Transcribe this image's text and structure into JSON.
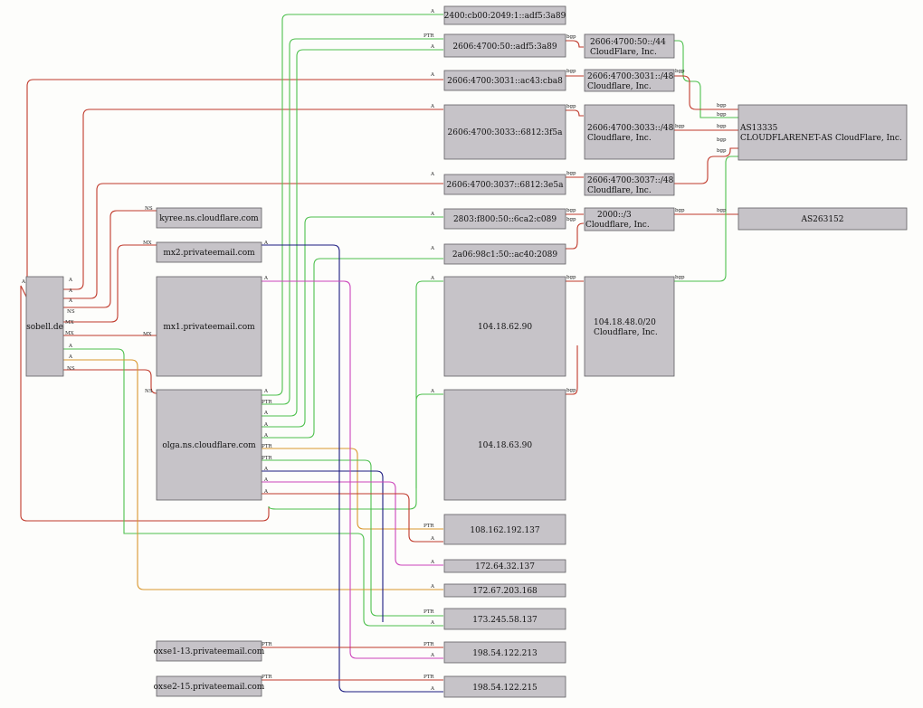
{
  "nodes": {
    "sobell": "sobell.de",
    "kyree": "kyree.ns.cloudflare.com",
    "mx2": "mx2.privateemail.com",
    "mx1": "mx1.privateemail.com",
    "olga": "olga.ns.cloudflare.com",
    "oxse1": "oxse1-13.privateemail.com",
    "oxse2": "oxse2-15.privateemail.com",
    "ip6_2400": "2400:cb00:2049:1::adf5:3a89",
    "ip6_2606a": "2606:4700:50::adf5:3a89",
    "ip6_3031": "2606:4700:3031::ac43:cba8",
    "ip6_3033": "2606:4700:3033::6812:3f5a",
    "ip6_3037": "2606:4700:3037::6812:3e5a",
    "ip6_2803": "2803:f800:50::6ca2:c089",
    "ip6_2a06": "2a06:98c1:50::ac40:2089",
    "ip_62": "104.18.62.90",
    "ip_63": "104.18.63.90",
    "ip_108": "108.162.192.137",
    "ip_172_64": "172.64.32.137",
    "ip_172_67": "172.67.203.168",
    "ip_173": "173.245.58.137",
    "ip_198_213": "198.54.122.213",
    "ip_198_215": "198.54.122.215",
    "pfx_50_44": [
      "2606:4700:50::/44",
      "CloudFlare, Inc."
    ],
    "pfx_3031": [
      "2606:4700:3031::/48",
      "Cloudflare, Inc."
    ],
    "pfx_3033": [
      "2606:4700:3033::/48",
      "Cloudflare, Inc."
    ],
    "pfx_3037": [
      "2606:4700:3037::/48",
      "Cloudflare, Inc."
    ],
    "pfx_2000": [
      "2000::/3",
      "Cloudflare, Inc."
    ],
    "pfx_104": [
      "104.18.48.0/20",
      "Cloudflare, Inc."
    ],
    "as13335": [
      "AS13335",
      "CLOUDFLARENET-AS CloudFlare, Inc."
    ],
    "as263152": "AS263152"
  },
  "edge_labels": {
    "a": "A",
    "ns": "NS",
    "mx": "MX",
    "ptr": "PTR",
    "bgp": "bgp"
  },
  "colors": {
    "a_record": "#c0392b",
    "ptr_a": "#4dc04d",
    "orange": "#d9972e",
    "magenta": "#cc44bb",
    "navy": "#1b1a80",
    "node_fill": "#c6c3c8"
  }
}
